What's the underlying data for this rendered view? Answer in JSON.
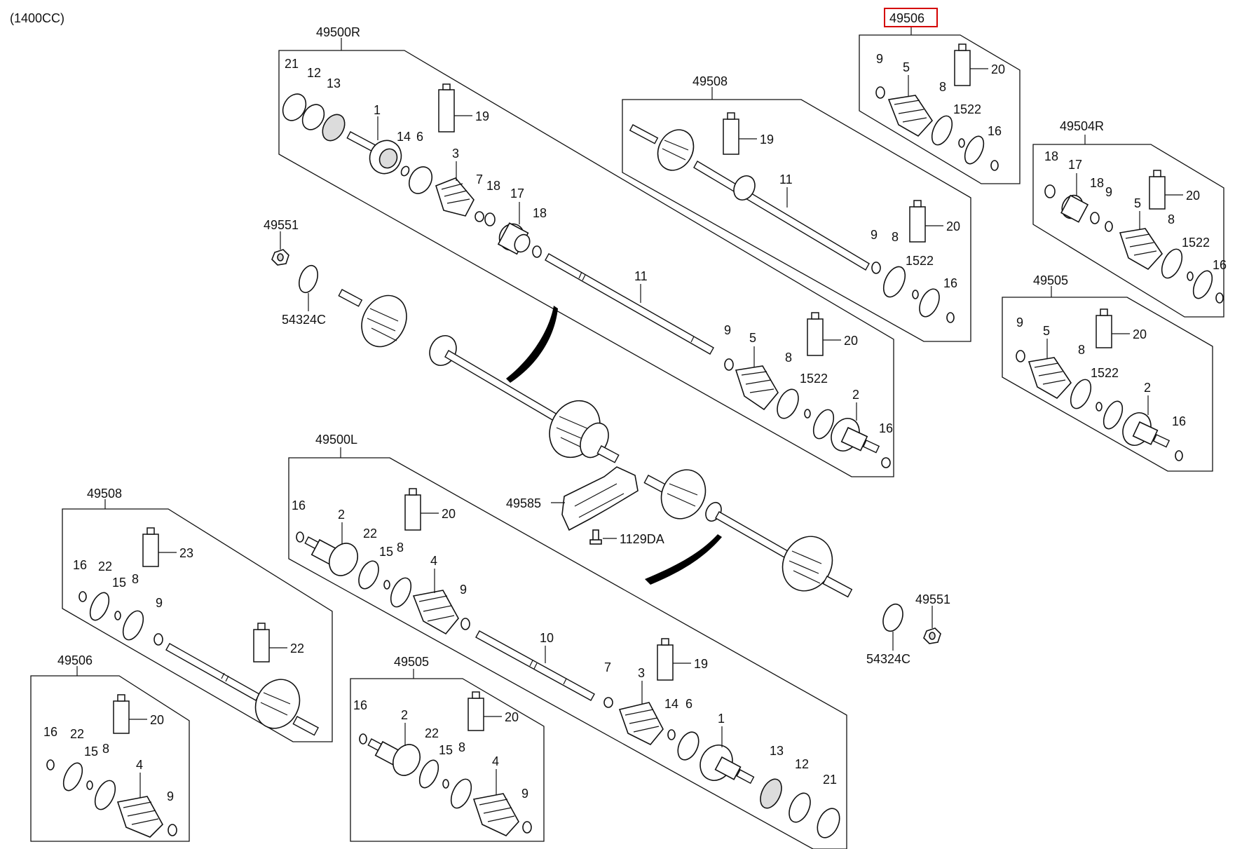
{
  "variant_label": "(1400CC)",
  "groups": {
    "g49500R": {
      "code": "49500R",
      "parts": [
        "21",
        "12",
        "13",
        "1",
        "14",
        "6",
        "3",
        "7",
        "18",
        "17",
        "18",
        "11",
        "9",
        "5",
        "8",
        "15",
        "22",
        "2",
        "16",
        "19",
        "20"
      ]
    },
    "g49508_top": {
      "code": "49508",
      "parts": [
        "19",
        "11",
        "9",
        "8",
        "15",
        "22",
        "16",
        "20"
      ]
    },
    "g49506_top": {
      "code": "49506",
      "highlighted": true,
      "parts": [
        "9",
        "5",
        "8",
        "15",
        "22",
        "16",
        "20"
      ]
    },
    "g49504R": {
      "code": "49504R",
      "parts": [
        "18",
        "17",
        "18",
        "9",
        "5",
        "8",
        "15",
        "22",
        "16",
        "20"
      ]
    },
    "g49505_right": {
      "code": "49505",
      "parts": [
        "9",
        "5",
        "8",
        "15",
        "22",
        "2",
        "16",
        "20"
      ]
    },
    "g49500L": {
      "code": "49500L",
      "parts": [
        "16",
        "2",
        "22",
        "15",
        "8",
        "4",
        "9",
        "10",
        "7",
        "3",
        "14",
        "6",
        "1",
        "13",
        "12",
        "21",
        "19",
        "20"
      ]
    },
    "g49508_left": {
      "code": "49508",
      "parts": [
        "16",
        "22",
        "15",
        "8",
        "9",
        "22",
        "23"
      ]
    },
    "g49506_left": {
      "code": "49506",
      "parts": [
        "16",
        "22",
        "15",
        "8",
        "4",
        "9",
        "20"
      ]
    },
    "g49505_bottom": {
      "code": "49505",
      "parts": [
        "16",
        "2",
        "22",
        "15",
        "8",
        "4",
        "9",
        "20"
      ]
    }
  },
  "loose_parts": {
    "nut_upper": "49551",
    "washer_upper": "54324C",
    "bracket": "49585",
    "bolt": "1129DA",
    "nut_lower": "49551",
    "washer_lower": "54324C"
  },
  "colors": {
    "lines": "#111111",
    "highlight": "#d40000",
    "background": "#ffffff"
  },
  "icons": {
    "grease_tube": "grease-tube-icon",
    "clamp": "clamp-ring-icon",
    "boot": "boot-icon",
    "joint": "cv-joint-icon",
    "shaft": "drive-shaft-icon",
    "nut": "nut-icon",
    "washer": "washer-icon",
    "pointer": "curved-arrow-icon"
  }
}
